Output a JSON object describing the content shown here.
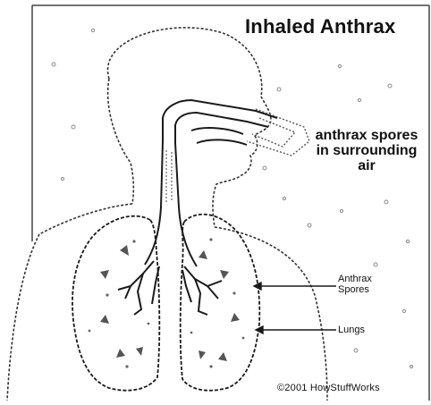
{
  "title": "Inhaled Anthrax",
  "annotation_air": "anthrax spores in surrounding air",
  "label_spores": "Anthrax Spores",
  "label_lungs": "Lungs",
  "copyright": "©2001 HowStuffWorks",
  "colors": {
    "line": "#1a1a1a",
    "background": "#ffffff",
    "speckle": "#9a9a9a"
  }
}
